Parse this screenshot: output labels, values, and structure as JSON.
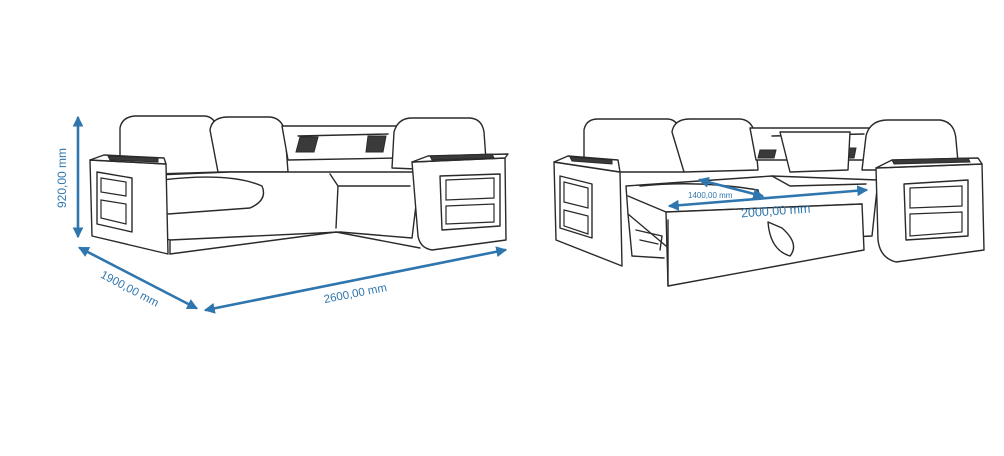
{
  "colors": {
    "dimension": "#2f76ae",
    "outline": "#2a2a2a",
    "background": "#ffffff"
  },
  "left_view": {
    "height_label": "920,00 mm",
    "depth_label": "1900,00 mm",
    "width_label": "2600,00 mm"
  },
  "right_view": {
    "bed_width_label": "1400,00 mm",
    "bed_length_label": "2000,00 mm"
  }
}
